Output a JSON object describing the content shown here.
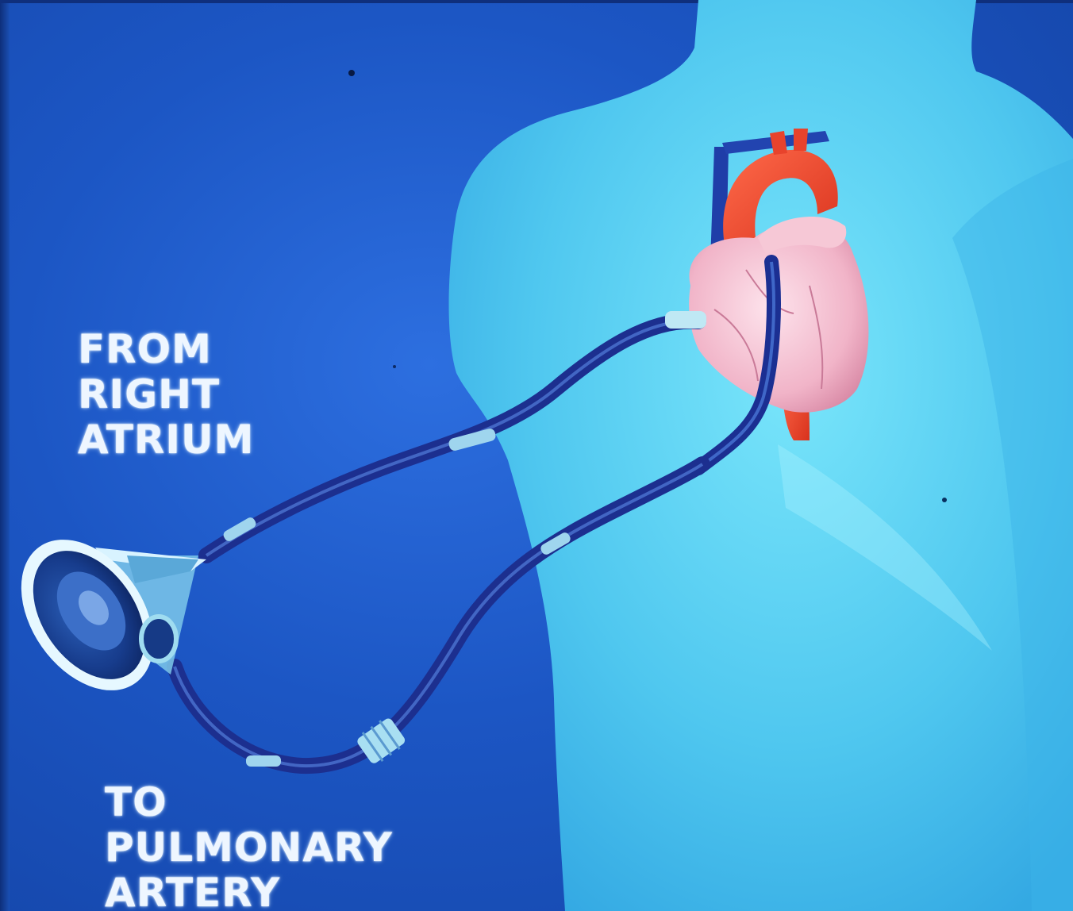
{
  "labels": {
    "from": [
      "FROM",
      "RIGHT",
      "ATRIUM"
    ],
    "to": [
      "TO",
      "PULMONARY",
      "ARTERY"
    ]
  },
  "colors": {
    "background": "#1c56c4",
    "torso": "#5fd6f5",
    "heart": "#f3b7c9",
    "aorta": "#e8432c",
    "tubing": "#1c2f8f",
    "label_text": "#eef6ff"
  }
}
